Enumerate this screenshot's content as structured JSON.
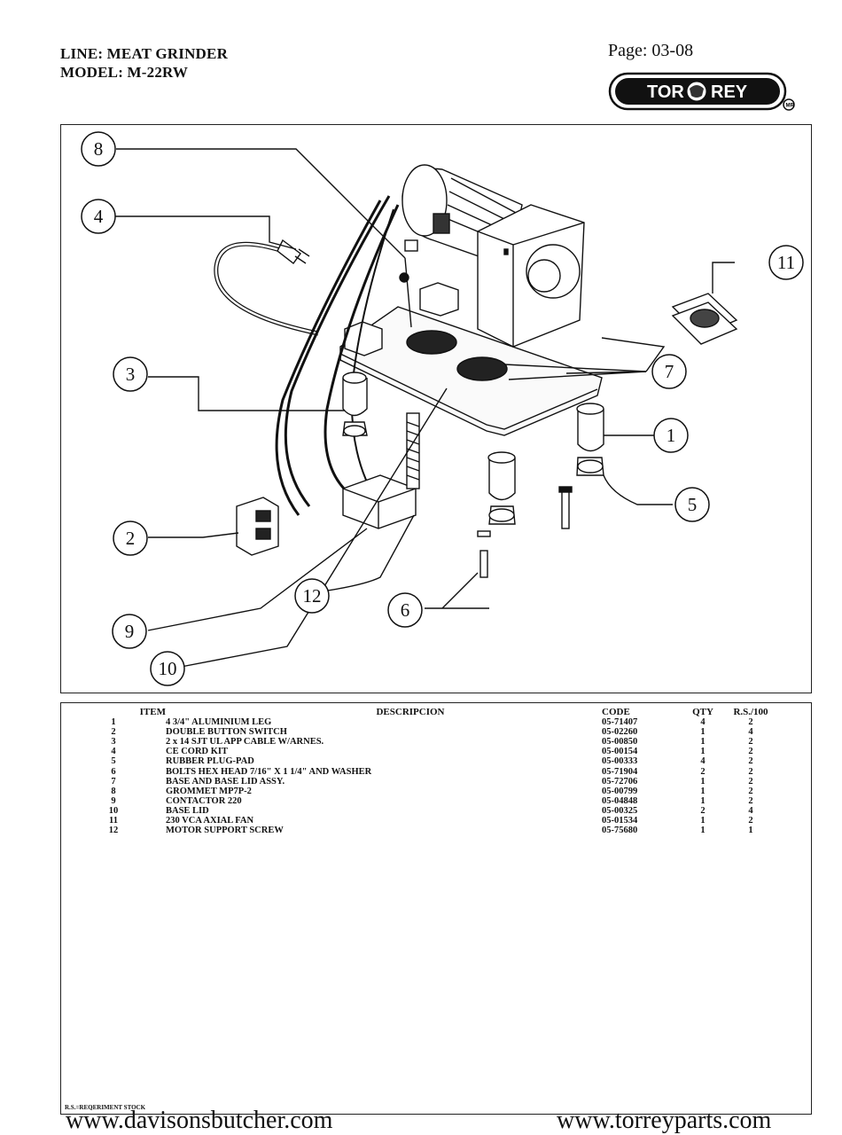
{
  "header": {
    "line": "LINE: MEAT GRINDER",
    "model": "MODEL: M-22RW",
    "page": "Page: 03-08"
  },
  "logo": {
    "left_text": "TOR",
    "right_text": "REY"
  },
  "callouts": [
    "8",
    "4",
    "11",
    "3",
    "7",
    "1",
    "5",
    "2",
    "12",
    "6",
    "9",
    "10"
  ],
  "table": {
    "headers": {
      "item": "ITEM",
      "description": "DESCRIPCION",
      "code": "CODE",
      "qty": "QTY",
      "rs": "R.S./100"
    },
    "rows": [
      {
        "item": "1",
        "description": "4  3/4\" ALUMINIUM LEG",
        "code": "05-71407",
        "qty": "4",
        "rs": "2"
      },
      {
        "item": "2",
        "description": "DOUBLE BUTTON SWITCH",
        "code": "05-02260",
        "qty": "1",
        "rs": "4"
      },
      {
        "item": "3",
        "description": "2 x 14  SJT  UL APP CABLE W/ARNES.",
        "code": "05-00850",
        "qty": "1",
        "rs": "2"
      },
      {
        "item": "4",
        "description": "CE CORD KIT",
        "code": "05-00154",
        "qty": "1",
        "rs": "2"
      },
      {
        "item": "5",
        "description": "RUBBER PLUG-PAD",
        "code": "05-00333",
        "qty": "4",
        "rs": "2"
      },
      {
        "item": "6",
        "description": "BOLTS HEX HEAD  7/16\" X 1 1/4\" AND WASHER",
        "code": "05-71904",
        "qty": "2",
        "rs": "2"
      },
      {
        "item": "7",
        "description": "BASE AND BASE LID ASSY.",
        "code": "05-72706",
        "qty": "1",
        "rs": "2"
      },
      {
        "item": "8",
        "description": "GROMMET MP7P-2",
        "code": "05-00799",
        "qty": "1",
        "rs": "2"
      },
      {
        "item": "9",
        "description": "CONTACTOR 220",
        "code": "05-04848",
        "qty": "1",
        "rs": "2"
      },
      {
        "item": "10",
        "description": "BASE LID",
        "code": "05-00325",
        "qty": "2",
        "rs": "4"
      },
      {
        "item": "11",
        "description": "230 VCA AXIAL FAN",
        "code": "05-01534",
        "qty": "1",
        "rs": "2"
      },
      {
        "item": "12",
        "description": "MOTOR SUPPORT SCREW",
        "code": "05-75680",
        "qty": "1",
        "rs": "1"
      }
    ],
    "footnote": "R.S.=REQERIMENT STOCK"
  },
  "footer": {
    "left_url": "www.davisonsbutcher.com",
    "right_url": "www.torreyparts.com"
  }
}
